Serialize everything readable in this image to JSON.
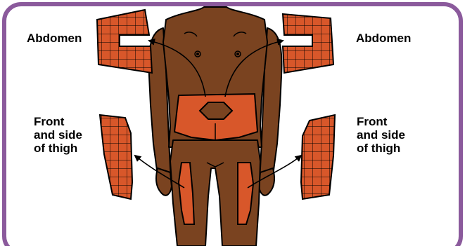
{
  "colors": {
    "frame": "#8b5a9c",
    "skin": "#7a4320",
    "injection_area": "#d8572a",
    "outline": "#000000"
  },
  "labels": {
    "abdomen_left": "Abdomen",
    "abdomen_right": "Abdomen",
    "thigh_left": [
      "Front",
      "and side",
      "of thigh"
    ],
    "thigh_right": [
      "Front",
      "and side",
      "of thigh"
    ]
  }
}
